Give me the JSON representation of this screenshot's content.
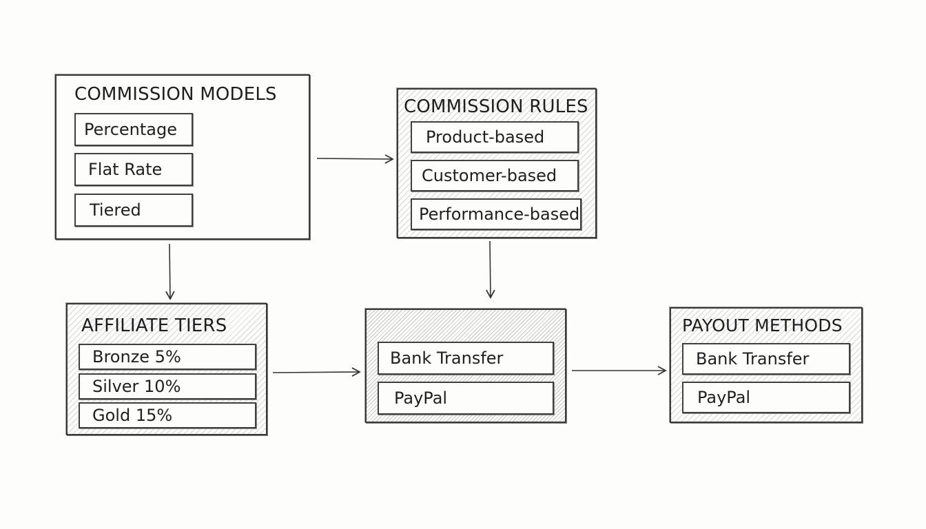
{
  "boxes": {
    "commission_models": {
      "title": "COMMISSION MODELS",
      "items": [
        "Percentage",
        "Flat Rate",
        "Tiered"
      ]
    },
    "commission_rules": {
      "title": "COMMISSION RULES",
      "items": [
        "Product-based",
        "Customer-based",
        "Performance-based"
      ]
    },
    "affiliate_tiers": {
      "title": "AFFILIATE TIERS",
      "items": [
        "Bronze 5%",
        "Silver 10%",
        "Gold 15%"
      ]
    },
    "middle_payout": {
      "items": [
        "Bank Transfer",
        "PayPal"
      ]
    },
    "payout_methods": {
      "title": "PAYOUT METHODS",
      "items": [
        "Bank Transfer",
        "PayPal"
      ]
    }
  },
  "connections": [
    {
      "from": "commission_models",
      "to": "commission_rules"
    },
    {
      "from": "commission_models",
      "to": "affiliate_tiers"
    },
    {
      "from": "commission_rules",
      "to": "middle_payout"
    },
    {
      "from": "affiliate_tiers",
      "to": "middle_payout"
    },
    {
      "from": "middle_payout",
      "to": "payout_methods"
    }
  ]
}
